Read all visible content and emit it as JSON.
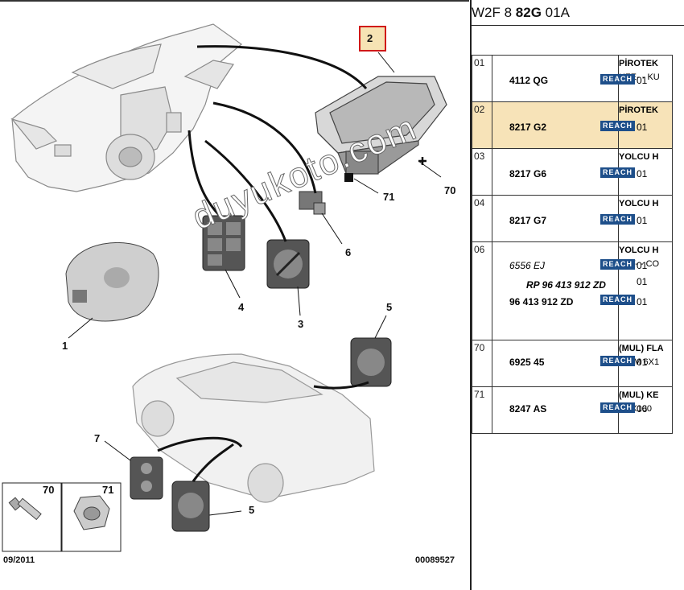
{
  "diagram": {
    "callouts": [
      "2",
      "70",
      "71",
      "6",
      "3",
      "4",
      "1",
      "5",
      "7",
      "5"
    ],
    "legend_70": "70",
    "legend_71": "71",
    "date": "09/2011",
    "doc_number": "00089527",
    "watermark": "duyukoto.com"
  },
  "header": {
    "ref_prefix": "W2F 8",
    "ref_bold": "82G",
    "ref_suffix": "01A"
  },
  "parts": [
    {
      "num": "01",
      "ref": "4112 QG",
      "reach": "REACH",
      "qty": "01",
      "desc1": "PİROTEK",
      "desc2": "HZE- - KU"
    },
    {
      "num": "02",
      "ref": "8217 G2",
      "reach": "REACH",
      "qty": "01",
      "desc1": "PİROTEK",
      "desc2": "",
      "selected": true
    },
    {
      "num": "03",
      "ref": "8217 G6",
      "reach": "REACH",
      "qty": "01",
      "desc1": "YOLCU H",
      "desc2": ""
    },
    {
      "num": "04",
      "ref": "8217 G7",
      "reach": "REACH",
      "qty": "01",
      "desc1": "YOLCU H",
      "desc2": ""
    },
    {
      "num": "06",
      "ref": "6556 EJ",
      "ref2": "RP 96 413 912 ZD",
      "ref3": "96 413 912 ZD",
      "reach": "REACH",
      "qty": "01",
      "qty2": "01",
      "qty3": "01",
      "desc1": "YOLCU H",
      "desc2": "FXT- - CO"
    },
    {
      "num": "70",
      "ref": "6925 45",
      "reach": "REACH",
      "qty": "01",
      "desc1": "(MUL) FLA",
      "desc2": "DIAM 6X1"
    },
    {
      "num": "71",
      "ref": "8247 AS",
      "reach": "REACH",
      "qty": "06",
      "desc1": "(MUL) KE",
      "desc2": "M6X100"
    }
  ]
}
